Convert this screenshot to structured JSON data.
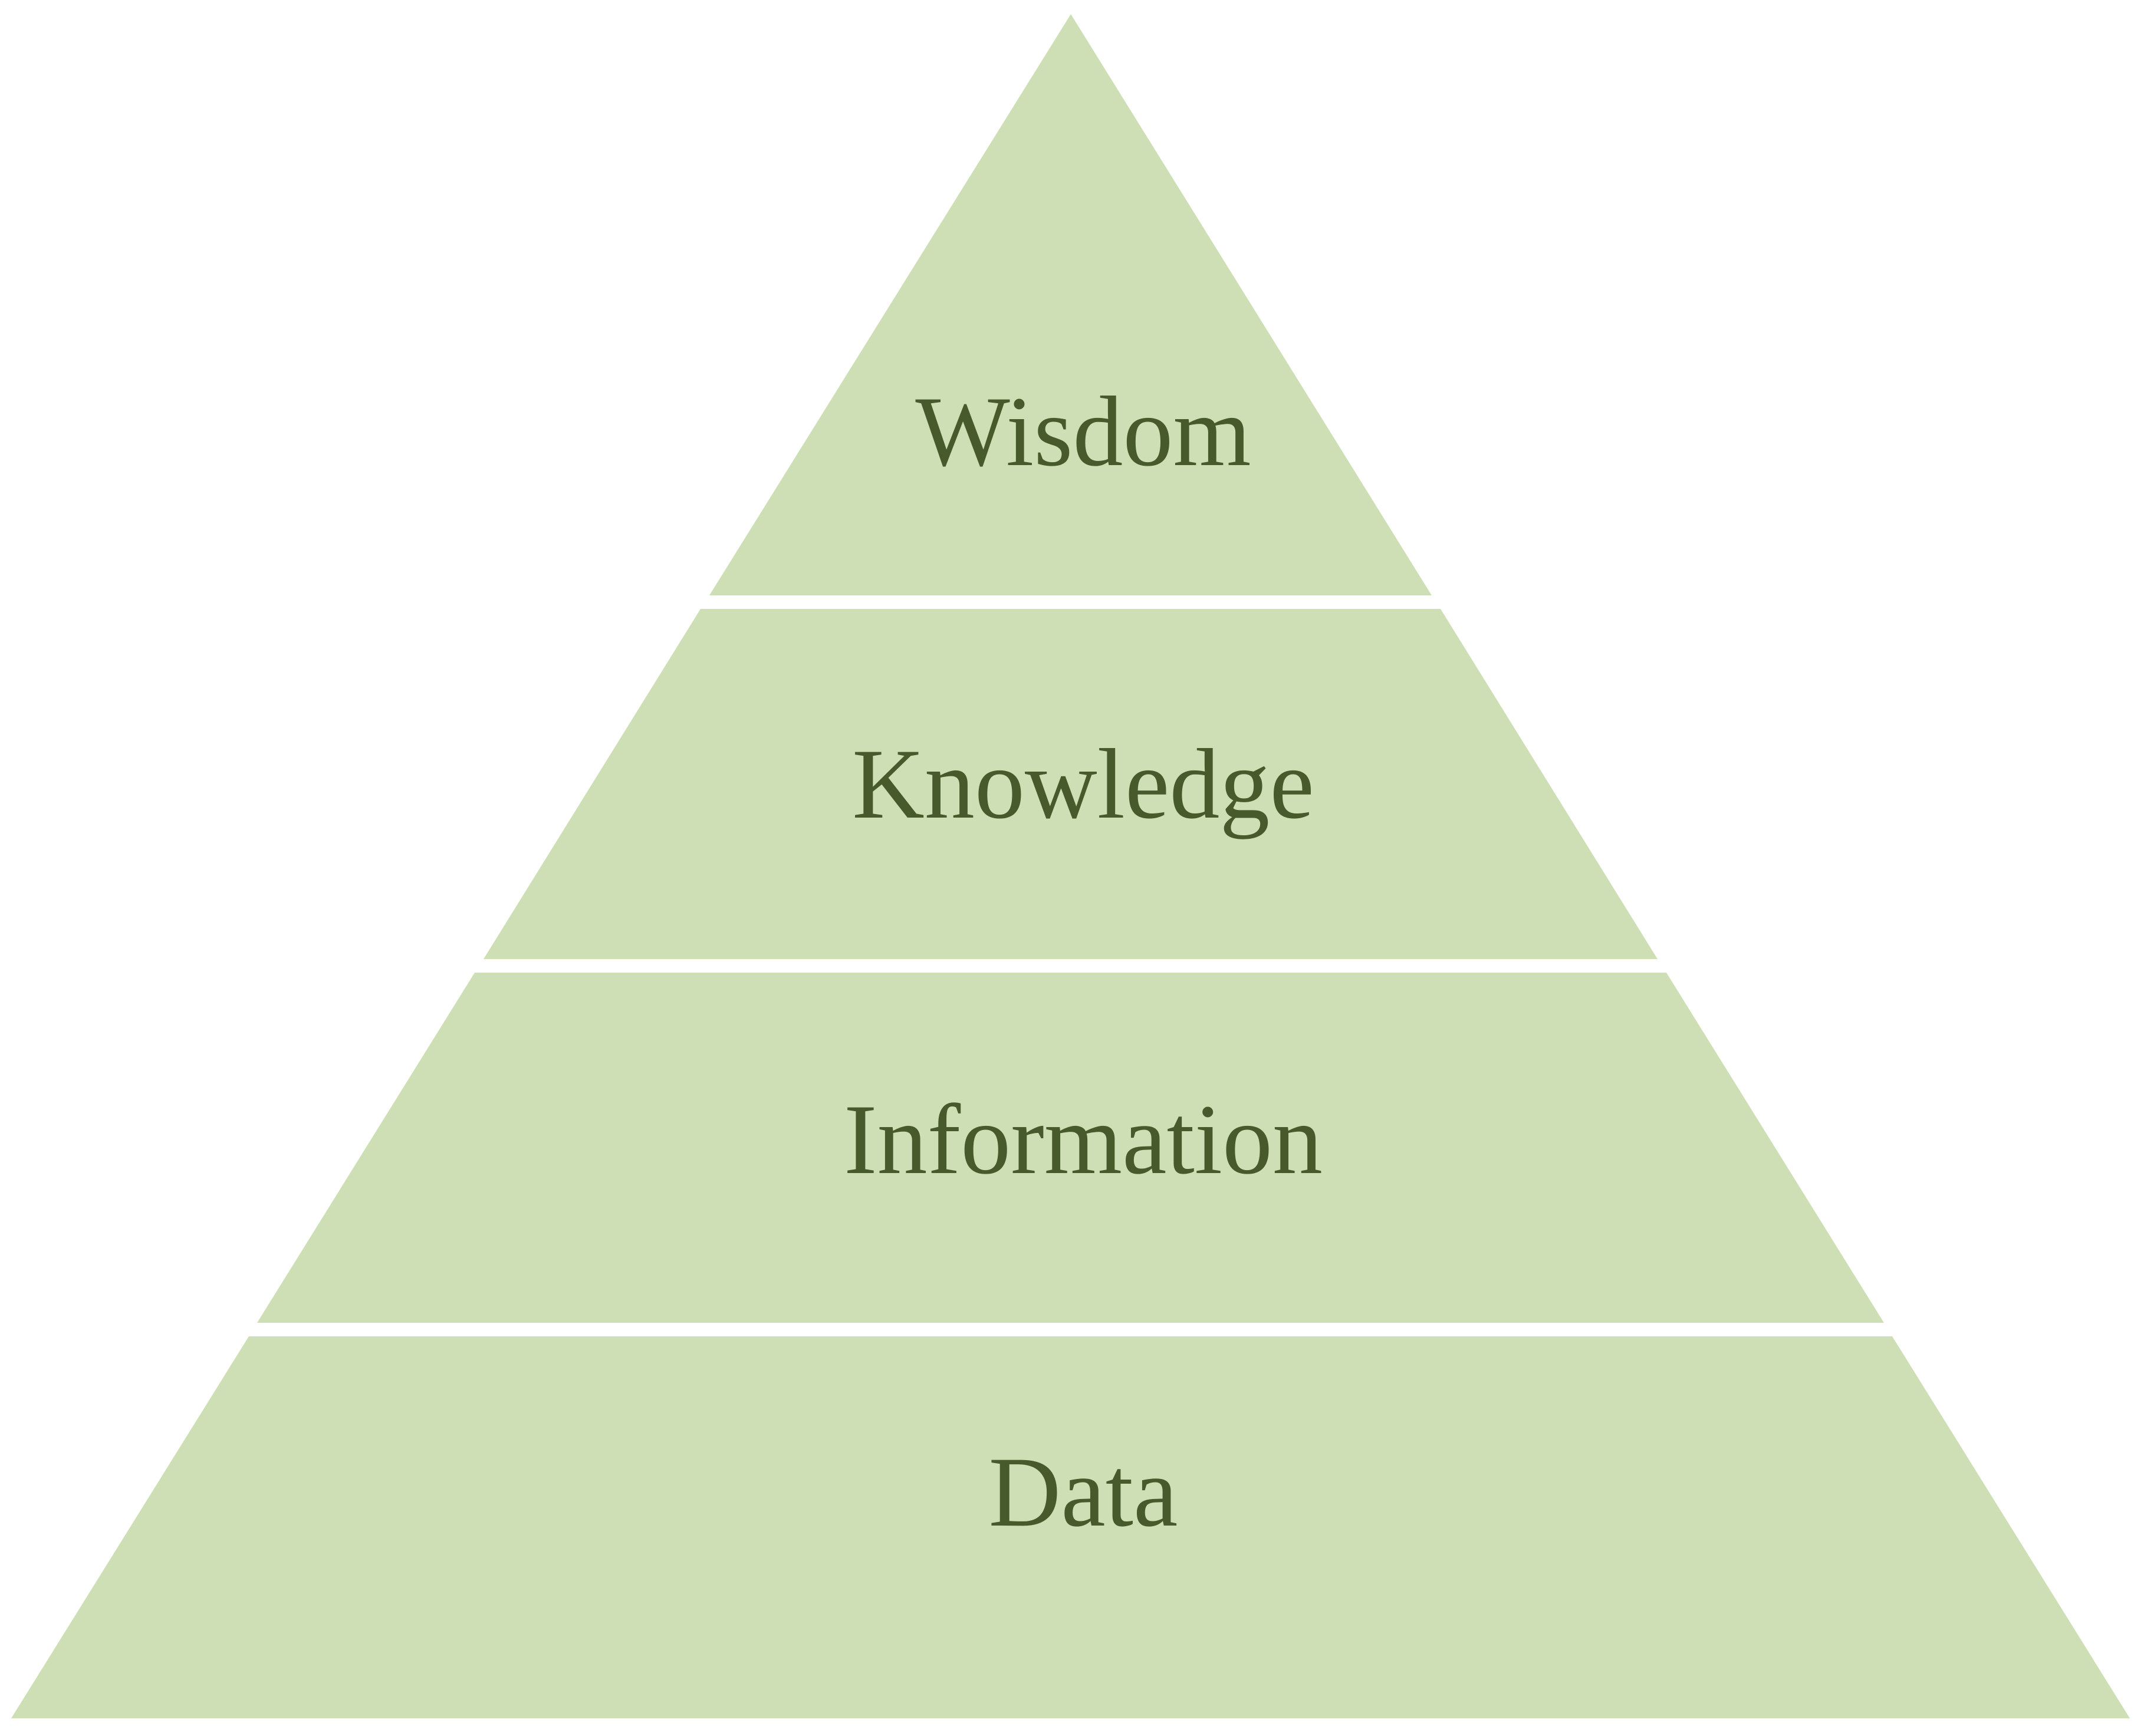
{
  "diagram": {
    "type": "pyramid",
    "colors": {
      "fill": "#CEDFB5",
      "text": "#475A2C",
      "background": "#FFFFFF"
    },
    "tiers": [
      {
        "label": "Wisdom",
        "level": 4
      },
      {
        "label": "Knowledge",
        "level": 3
      },
      {
        "label": "Information",
        "level": 2
      },
      {
        "label": "Data",
        "level": 1
      }
    ]
  }
}
